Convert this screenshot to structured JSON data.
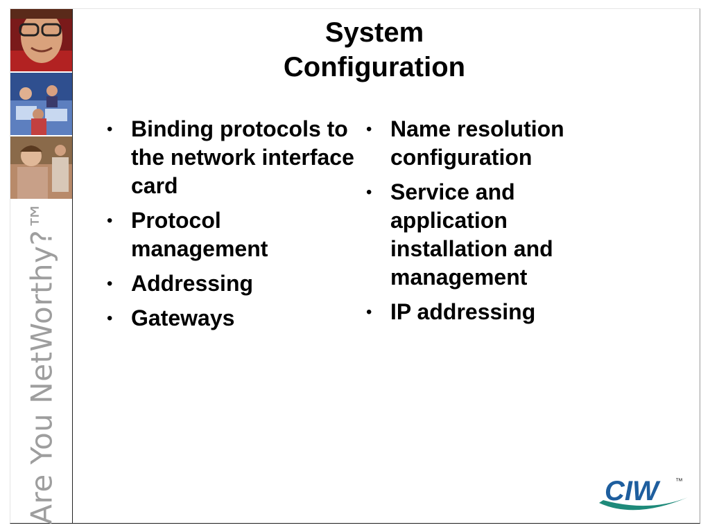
{
  "sidebar": {
    "tagline": "Are You NetWorthy?™"
  },
  "slide": {
    "title_line1": "System",
    "title_line2": "Configuration",
    "left_items": [
      "Binding protocols to the network interface card",
      "Protocol management",
      "Addressing",
      "Gateways"
    ],
    "right_items": [
      "Name resolution configuration",
      "Service and application installation and management",
      "IP addressing"
    ]
  },
  "logo": {
    "text": "CIW",
    "mark": "™",
    "colors": {
      "letters": "#1e5e9e",
      "swoosh": "#1e8a7a"
    }
  }
}
